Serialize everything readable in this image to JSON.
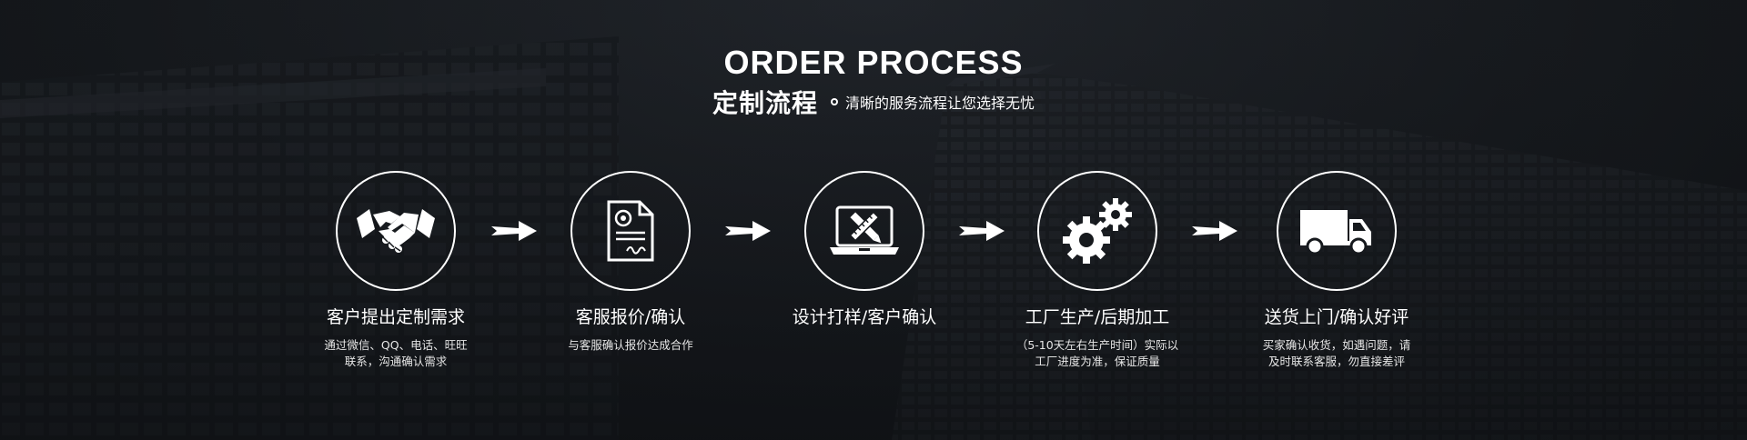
{
  "header": {
    "title_en": "ORDER PROCESS",
    "title_cn": "定制流程",
    "subtitle": "清晰的服务流程让您选择无忧"
  },
  "steps": [
    {
      "icon": "handshake-icon",
      "title": "客户提出定制需求",
      "desc_line1": "通过微信、QQ、电话、旺旺",
      "desc_line2": "联系，沟通确认需求"
    },
    {
      "icon": "contract-document-icon",
      "title": "客服报价/确认",
      "desc_line1": "与客服确认报价达成合作",
      "desc_line2": ""
    },
    {
      "icon": "laptop-design-icon",
      "title": "设计打样/客户确认",
      "desc_line1": "",
      "desc_line2": ""
    },
    {
      "icon": "gears-icon",
      "title": "工厂生产/后期加工",
      "desc_line1": "（5-10天左右生产时间）实际以",
      "desc_line2": "工厂进度为准，保证质量"
    },
    {
      "icon": "delivery-truck-icon",
      "title": "送货上门/确认好评",
      "desc_line1": "买家确认收货，如遇问题，请",
      "desc_line2": "及时联系客服，勿直接差评"
    }
  ],
  "colors": {
    "background": "#16191d",
    "foreground": "#ffffff"
  }
}
